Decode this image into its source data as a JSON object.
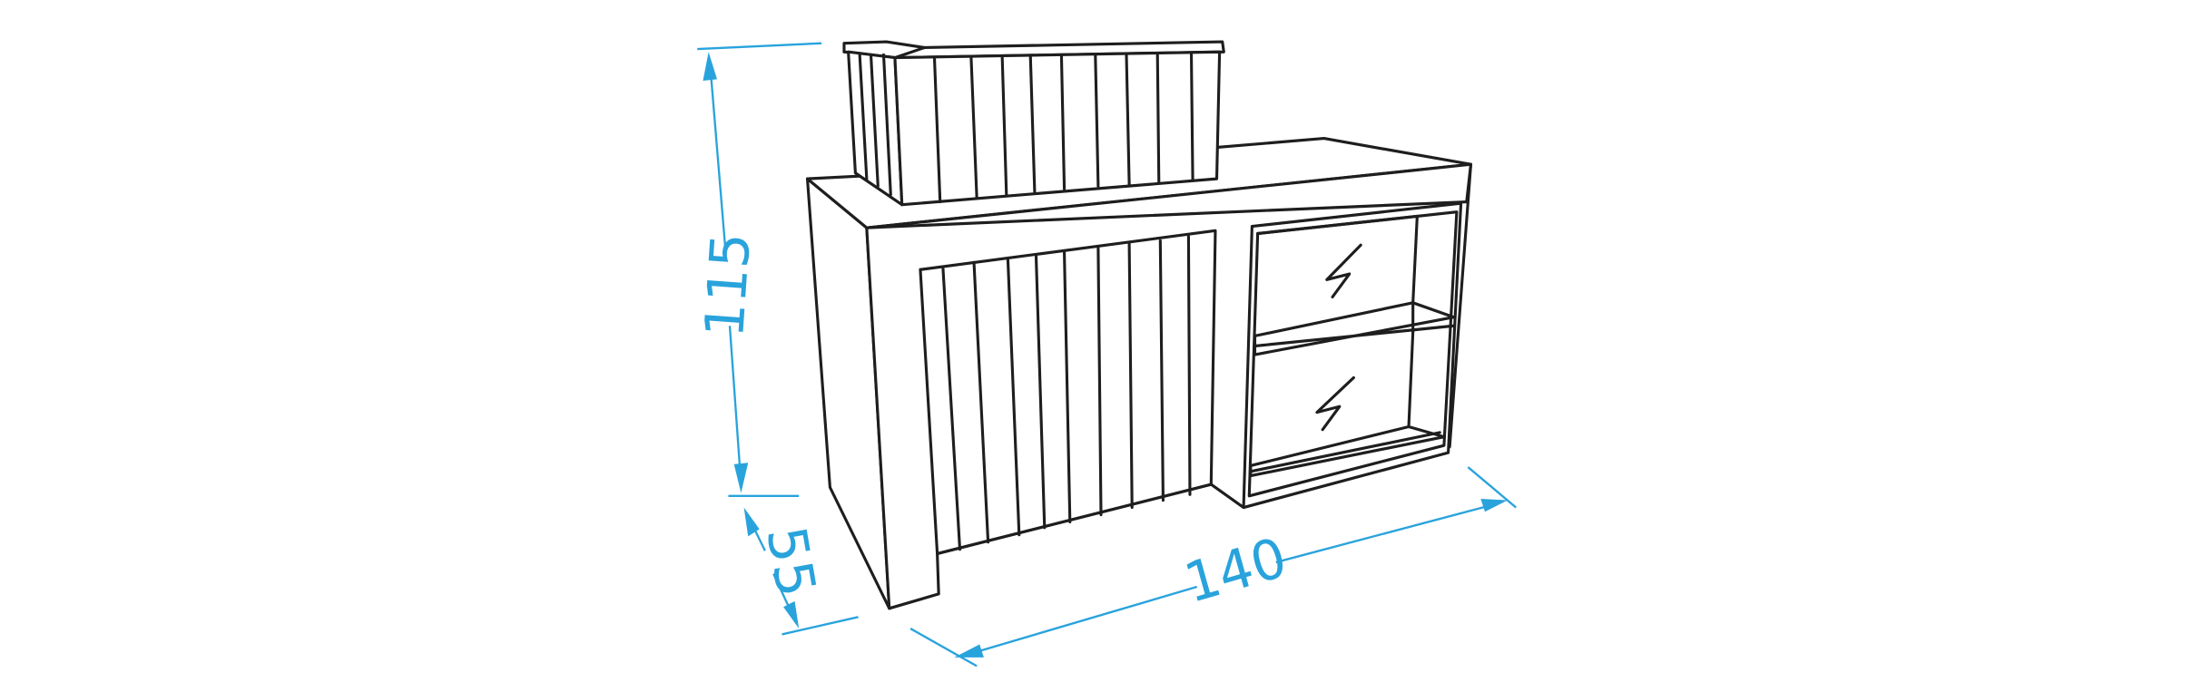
{
  "dimensions": {
    "height": "115",
    "depth": "55",
    "width": "140"
  },
  "colors": {
    "dimension": "#29a3dc",
    "outline": "#1e1e1e"
  }
}
